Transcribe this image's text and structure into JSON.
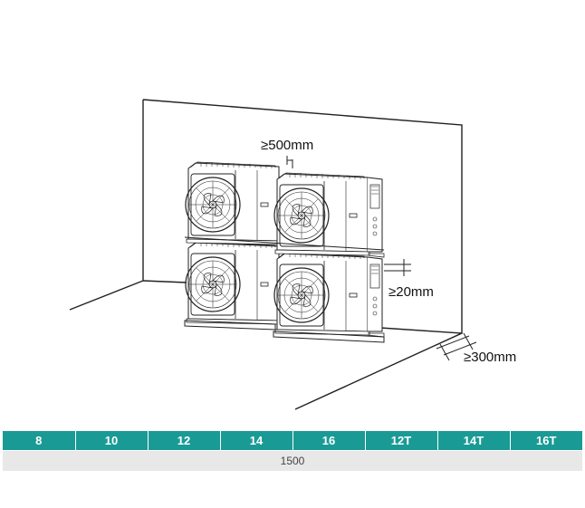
{
  "diagram": {
    "labels": {
      "top_clearance": "≥500mm",
      "side_gap": "≥20mm",
      "front_clearance": "≥300mm"
    },
    "units": {
      "count": 4,
      "arrangement": "2x2 stacked"
    }
  },
  "table": {
    "headers": [
      "8",
      "10",
      "12",
      "14",
      "16",
      "12T",
      "14T",
      "16T"
    ],
    "value": "1500"
  },
  "colors": {
    "header_bg": "#1a9a95",
    "header_text": "#ffffff",
    "row_bg": "#e8e8e8",
    "line": "#222222"
  }
}
